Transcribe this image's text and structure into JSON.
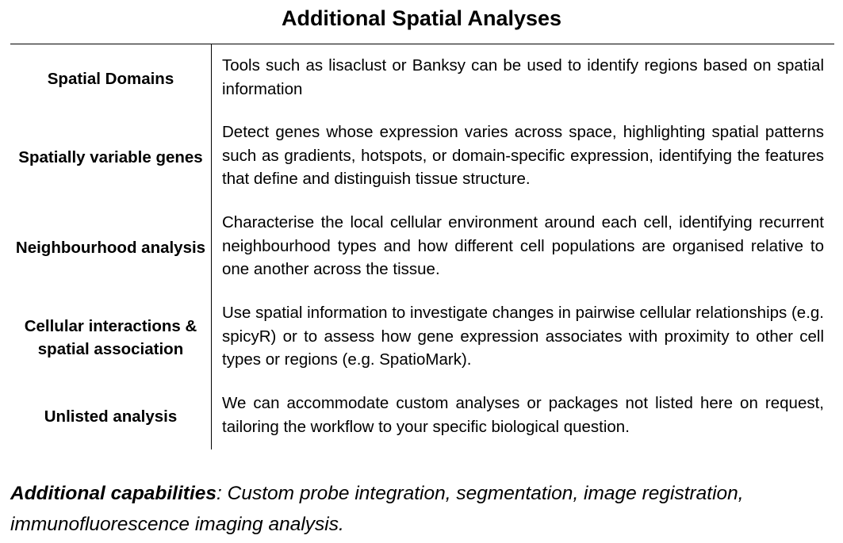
{
  "title": "Additional Spatial Analyses",
  "rows": [
    {
      "label": "Spatial Domains",
      "description": "Tools such as lisaclust or Banksy can be used to identify regions based on spatial information"
    },
    {
      "label": "Spatially variable genes",
      "description": "Detect genes whose expression varies across space, highlighting spatial patterns such as gradients, hotspots, or domain-specific expression, identifying the features that define and distinguish tissue structure."
    },
    {
      "label": "Neighbourhood analysis",
      "description": "Characterise the local cellular environment around each cell, identifying recurrent neighbourhood types and how different cell populations are organised relative to one another across the tissue."
    },
    {
      "label": "Cellular interactions & spatial association",
      "description": "Use spatial information to investigate changes in pairwise cellular relationships (e.g. spicyR) or to assess how gene expression associates with proximity to other cell types or regions (e.g. SpatioMark)."
    },
    {
      "label": "Unlisted analysis",
      "description": "We can accommodate custom analyses or packages not listed here on request, tailoring the workflow to your specific biological question."
    }
  ],
  "footer": {
    "label": "Additional capabilities",
    "text": ": Custom probe integration, segmentation, image registration, immunofluorescence imaging analysis."
  }
}
